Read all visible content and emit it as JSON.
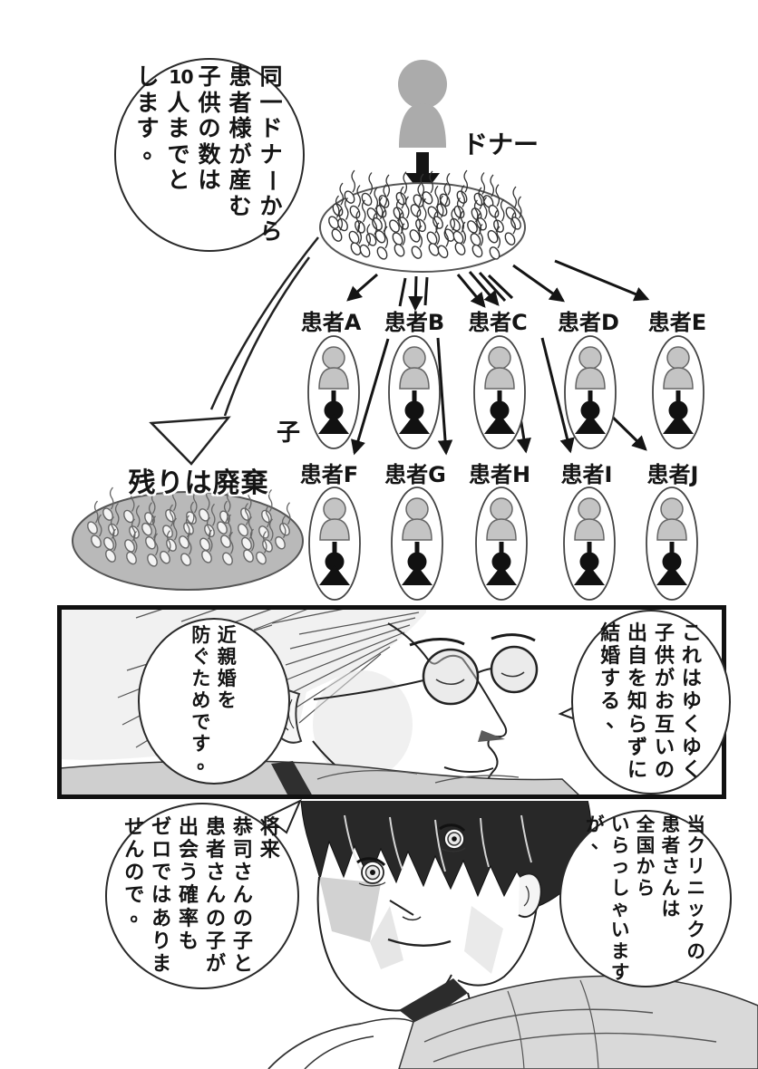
{
  "colors": {
    "ink": "#141414",
    "icon_gray": "#c4c4c4",
    "icon_black": "#111111",
    "pool_gray": "#b9b9b9"
  },
  "diagram": {
    "donor_label": "ドナー",
    "child_label": "子",
    "discard_label": "残りは廃棄",
    "patients_row1": [
      "患者A",
      "患者B",
      "患者C",
      "患者D",
      "患者E"
    ],
    "patients_row2": [
      "患者F",
      "患者G",
      "患者H",
      "患者I",
      "患者J"
    ]
  },
  "speech": {
    "donor_limit": "同一ドナーから\n患者様が産む\n子供の数は\n10人までと\nします。",
    "marriage_risk": "これはゆくゆく\n子供がお互いの\n出自を知らずに\n結婚する、",
    "prevention": "近親婚を\n防ぐためです。",
    "nationwide": "当クリニックの\n患者さんは\n全国から\nいらっしゃいます\nが、",
    "probability": "将来\n恭司さんの子と\n患者さんの子が\n出会う確率も\nゼロではありま\nせんので。"
  }
}
